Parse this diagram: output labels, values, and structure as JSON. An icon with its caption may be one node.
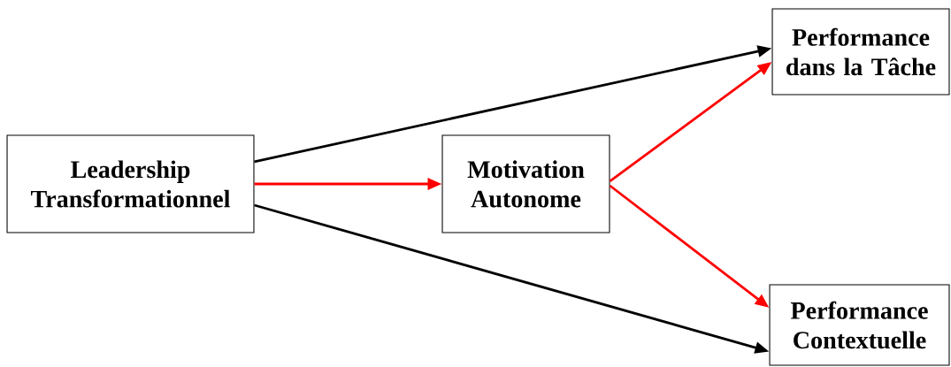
{
  "diagram": {
    "nodes": [
      {
        "text": [
          "Leadership Transformationnel"
        ]
      },
      {
        "text": [
          "Motivation Autonome"
        ]
      },
      {
        "text": [
          "Performance dans la Tâche"
        ]
      },
      {
        "text": [
          "Performance Contextuelle"
        ]
      }
    ],
    "edges": [
      {
        "from": 0,
        "to": 2,
        "arrow": "to",
        "color": "#000000"
      },
      {
        "from": 0,
        "to": 1,
        "arrow": "to"
      },
      {
        "from": 0,
        "to": 3,
        "arrow": "to",
        "color": "#000000"
      },
      {
        "from": 1,
        "to": 2,
        "arrow": "to"
      },
      {
        "from": 1,
        "to": 3,
        "arrow": "to"
      }
    ]
  }
}
